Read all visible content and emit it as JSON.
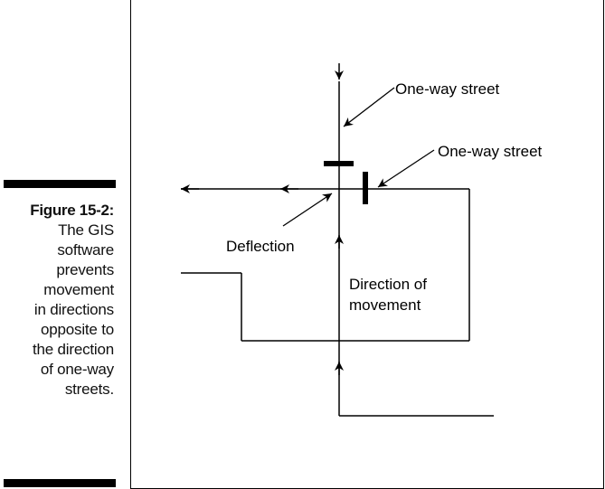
{
  "caption": {
    "title": "Figure 15-2:",
    "text_lines": [
      "The GIS",
      "software",
      "prevents",
      "movement",
      "in directions",
      "opposite to",
      "the direction",
      "of one-way",
      "streets."
    ]
  },
  "diagram": {
    "label_oneway_1": "One-way street",
    "label_oneway_2": "One-way street",
    "label_deflection": "Deflection",
    "label_direction_1": "Direction of",
    "label_direction_2": "movement"
  }
}
